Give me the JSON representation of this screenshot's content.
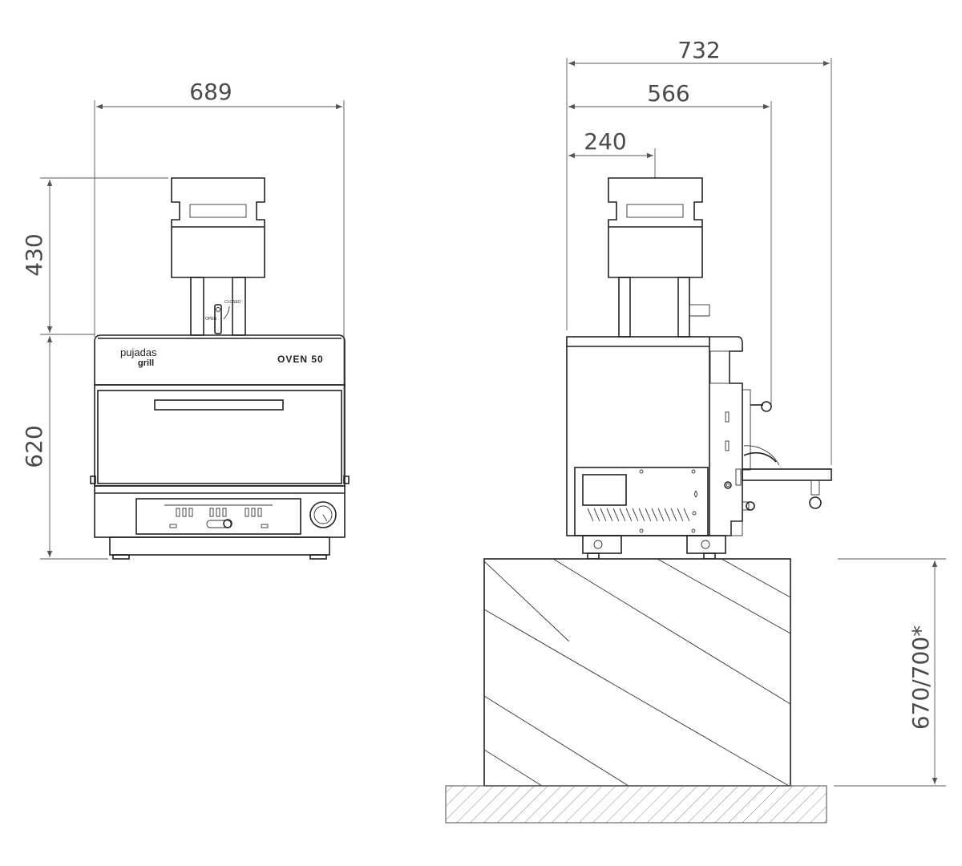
{
  "front_view": {
    "width_label": "689",
    "chimney_height_label": "430",
    "body_height_label": "620",
    "brand_line1": "pujadas",
    "brand_line2": "grill",
    "model_label": "OVEN 50",
    "damper_closed_label": "CLOSED",
    "damper_open_label": "OPEN"
  },
  "side_view": {
    "total_depth_label": "732",
    "body_depth_label": "566",
    "chimney_offset_label": "240",
    "stand_height_label": "670/700*"
  }
}
